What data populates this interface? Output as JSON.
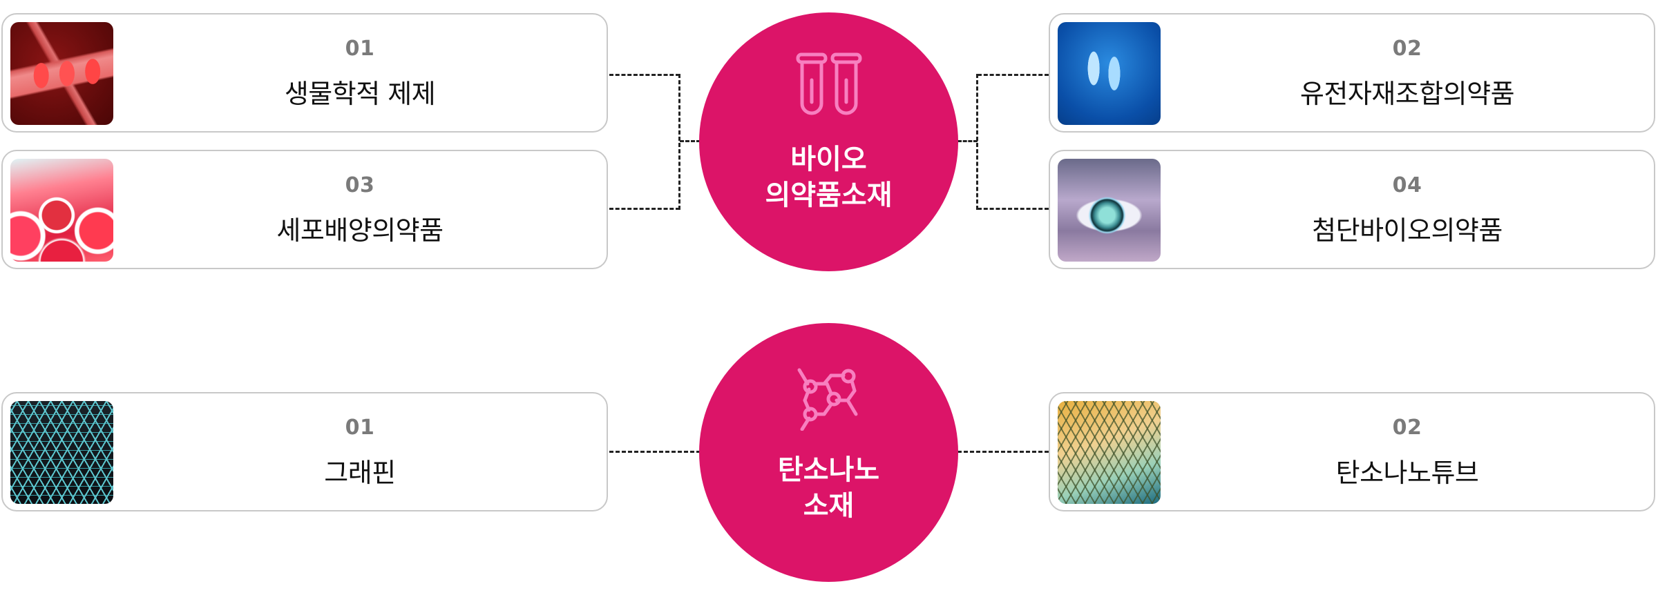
{
  "hubs": [
    {
      "id": "bio",
      "icon": "test-tubes-icon",
      "label_line1": "바이오",
      "label_line2": "의약품소재",
      "color": "#dc1468"
    },
    {
      "id": "carbon",
      "icon": "molecule-icon",
      "label_line1": "탄소나노",
      "label_line2": "소재",
      "color": "#dc1468"
    }
  ],
  "bio_items": [
    {
      "number": "01",
      "title": "생물학적 제제",
      "thumbnail": "blood-cells-image"
    },
    {
      "number": "02",
      "title": "유전자재조합의약품",
      "thumbnail": "chromosome-image"
    },
    {
      "number": "03",
      "title": "세포배양의약품",
      "thumbnail": "cell-culture-image"
    },
    {
      "number": "04",
      "title": "첨단바이오의약품",
      "thumbnail": "bionic-eye-image"
    }
  ],
  "carbon_items": [
    {
      "number": "01",
      "title": "그래핀",
      "thumbnail": "graphene-image"
    },
    {
      "number": "02",
      "title": "탄소나노튜브",
      "thumbnail": "carbon-nanotube-image"
    }
  ],
  "colors": {
    "accent": "#dc1468",
    "icon_stroke": "#f780c0",
    "number_text": "#7a7a7a",
    "title_text": "#111111",
    "card_border": "#c8c8c8"
  }
}
